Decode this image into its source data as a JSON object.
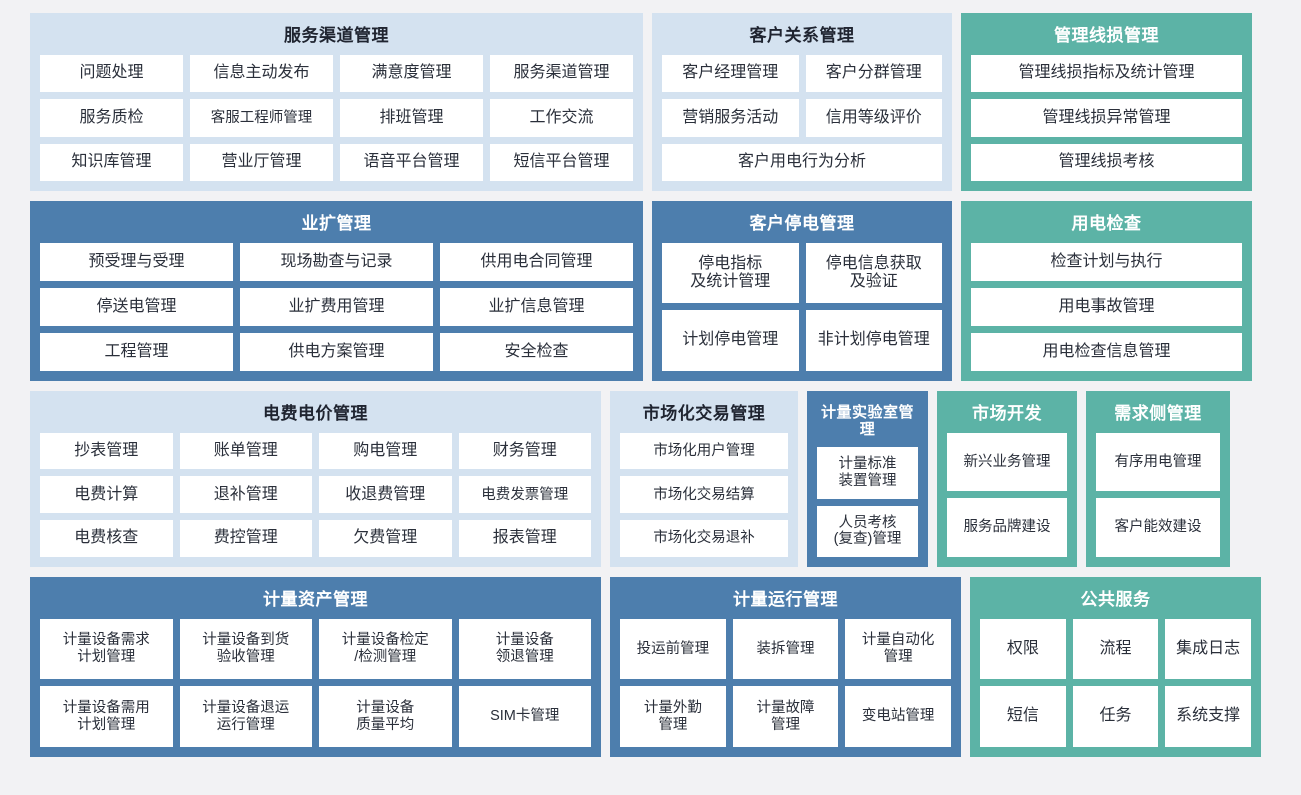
{
  "theme": {
    "background": "#f2f2f4",
    "panel_light_blue": "#d4e2f0",
    "panel_blue": "#4d7ead",
    "panel_green": "#5cb3a6",
    "cell_bg": "#ffffff",
    "cell_text": "#2a2f3a"
  },
  "rows": [
    {
      "panels": [
        {
          "title": "服务渠道管理",
          "style": "blue-light",
          "cells": [
            [
              "问题处理",
              "信息主动发布",
              "满意度管理",
              "服务渠道管理"
            ],
            [
              "服务质检",
              "客服工程师管理",
              "排班管理",
              "工作交流"
            ],
            [
              "知识库管理",
              "营业厅管理",
              "语音平台管理",
              "短信平台管理"
            ]
          ]
        },
        {
          "title": "客户关系管理",
          "style": "blue-light",
          "cells": [
            [
              "客户经理管理",
              "客户分群管理"
            ],
            [
              "营销服务活动",
              "信用等级评价"
            ],
            [
              "客户用电行为分析"
            ]
          ]
        },
        {
          "title": "管理线损管理",
          "style": "green",
          "cells": [
            [
              "管理线损指标及统计管理"
            ],
            [
              "管理线损异常管理"
            ],
            [
              "管理线损考核"
            ]
          ]
        }
      ]
    },
    {
      "panels": [
        {
          "title": "业扩管理",
          "style": "blue-dark",
          "cells": [
            [
              "预受理与受理",
              "现场勘查与记录",
              "供用电合同管理"
            ],
            [
              "停送电管理",
              "业扩费用管理",
              "业扩信息管理"
            ],
            [
              "工程管理",
              "供电方案管理",
              "安全检查"
            ]
          ]
        },
        {
          "title": "客户停电管理",
          "style": "blue-dark",
          "cells": [
            [
              "停电指标\n及统计管理",
              "停电信息获取\n及验证"
            ],
            [
              "计划停电管理",
              "非计划停电管理"
            ]
          ]
        },
        {
          "title": "用电检查",
          "style": "green",
          "cells": [
            [
              "检查计划与执行"
            ],
            [
              "用电事故管理"
            ],
            [
              "用电检查信息管理"
            ]
          ]
        }
      ]
    },
    {
      "panels": [
        {
          "title": "电费电价管理",
          "style": "blue-light",
          "cells": [
            [
              "抄表管理",
              "账单管理",
              "购电管理",
              "财务管理"
            ],
            [
              "电费计算",
              "退补管理",
              "收退费管理",
              "电费发票管理"
            ],
            [
              "电费核查",
              "费控管理",
              "欠费管理",
              "报表管理"
            ]
          ]
        },
        {
          "title": "市场化交易管理",
          "style": "blue-light",
          "cells": [
            [
              "市场化用户管理"
            ],
            [
              "市场化交易结算"
            ],
            [
              "市场化交易退补"
            ]
          ]
        },
        {
          "title": "计量实验室管理",
          "style": "blue-dark",
          "cells": [
            [
              "计量标准\n装置管理"
            ],
            [
              "人员考核\n(复查)管理"
            ]
          ]
        },
        {
          "title": "市场开发",
          "style": "green",
          "cells": [
            [
              "新兴业务管理"
            ],
            [
              "服务品牌建设"
            ]
          ]
        },
        {
          "title": "需求侧管理",
          "style": "green",
          "cells": [
            [
              "有序用电管理"
            ],
            [
              "客户能效建设"
            ]
          ]
        }
      ]
    },
    {
      "panels": [
        {
          "title": "计量资产管理",
          "style": "blue-dark",
          "cells": [
            [
              "计量设备需求\n计划管理",
              "计量设备到货\n验收管理",
              "计量设备检定\n/检测管理",
              "计量设备\n领退管理"
            ],
            [
              "计量设备需用\n计划管理",
              "计量设备退运\n运行管理",
              "计量设备\n质量平均",
              "SIM卡管理"
            ]
          ]
        },
        {
          "title": "计量运行管理",
          "style": "blue-dark",
          "cells": [
            [
              "投运前管理",
              "装拆管理",
              "计量自动化\n管理"
            ],
            [
              "计量外勤\n管理",
              "计量故障\n管理",
              "变电站管理"
            ]
          ]
        },
        {
          "title": "公共服务",
          "style": "green",
          "cells": [
            [
              "权限",
              "流程",
              "集成日志"
            ],
            [
              "短信",
              "任务",
              "系统支撑"
            ]
          ]
        }
      ]
    }
  ]
}
